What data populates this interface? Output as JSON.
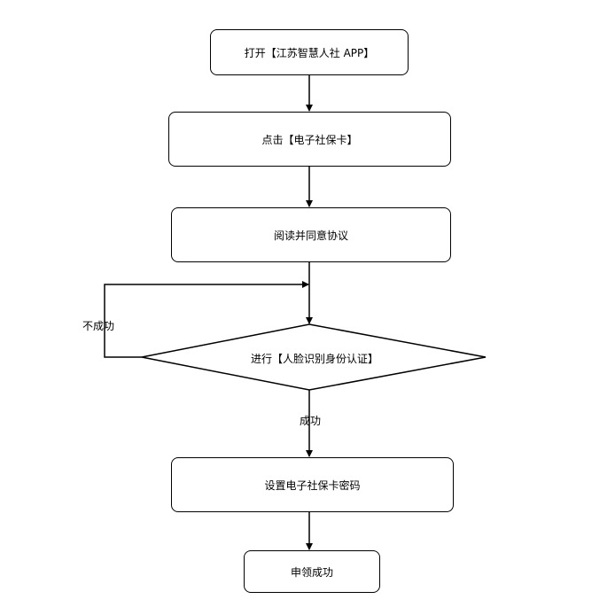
{
  "flowchart": {
    "steps": {
      "open_app": "打开【江苏智慧人社 APP】",
      "click_card": "点击【电子社保卡】",
      "read_agree": "阅读并同意协议",
      "face_verify": "进行【人脸识别身份认证】",
      "set_password": "设置电子社保卡密码",
      "claim_success": "申领成功"
    },
    "edges": {
      "fail": "不成功",
      "success": "成功"
    }
  }
}
